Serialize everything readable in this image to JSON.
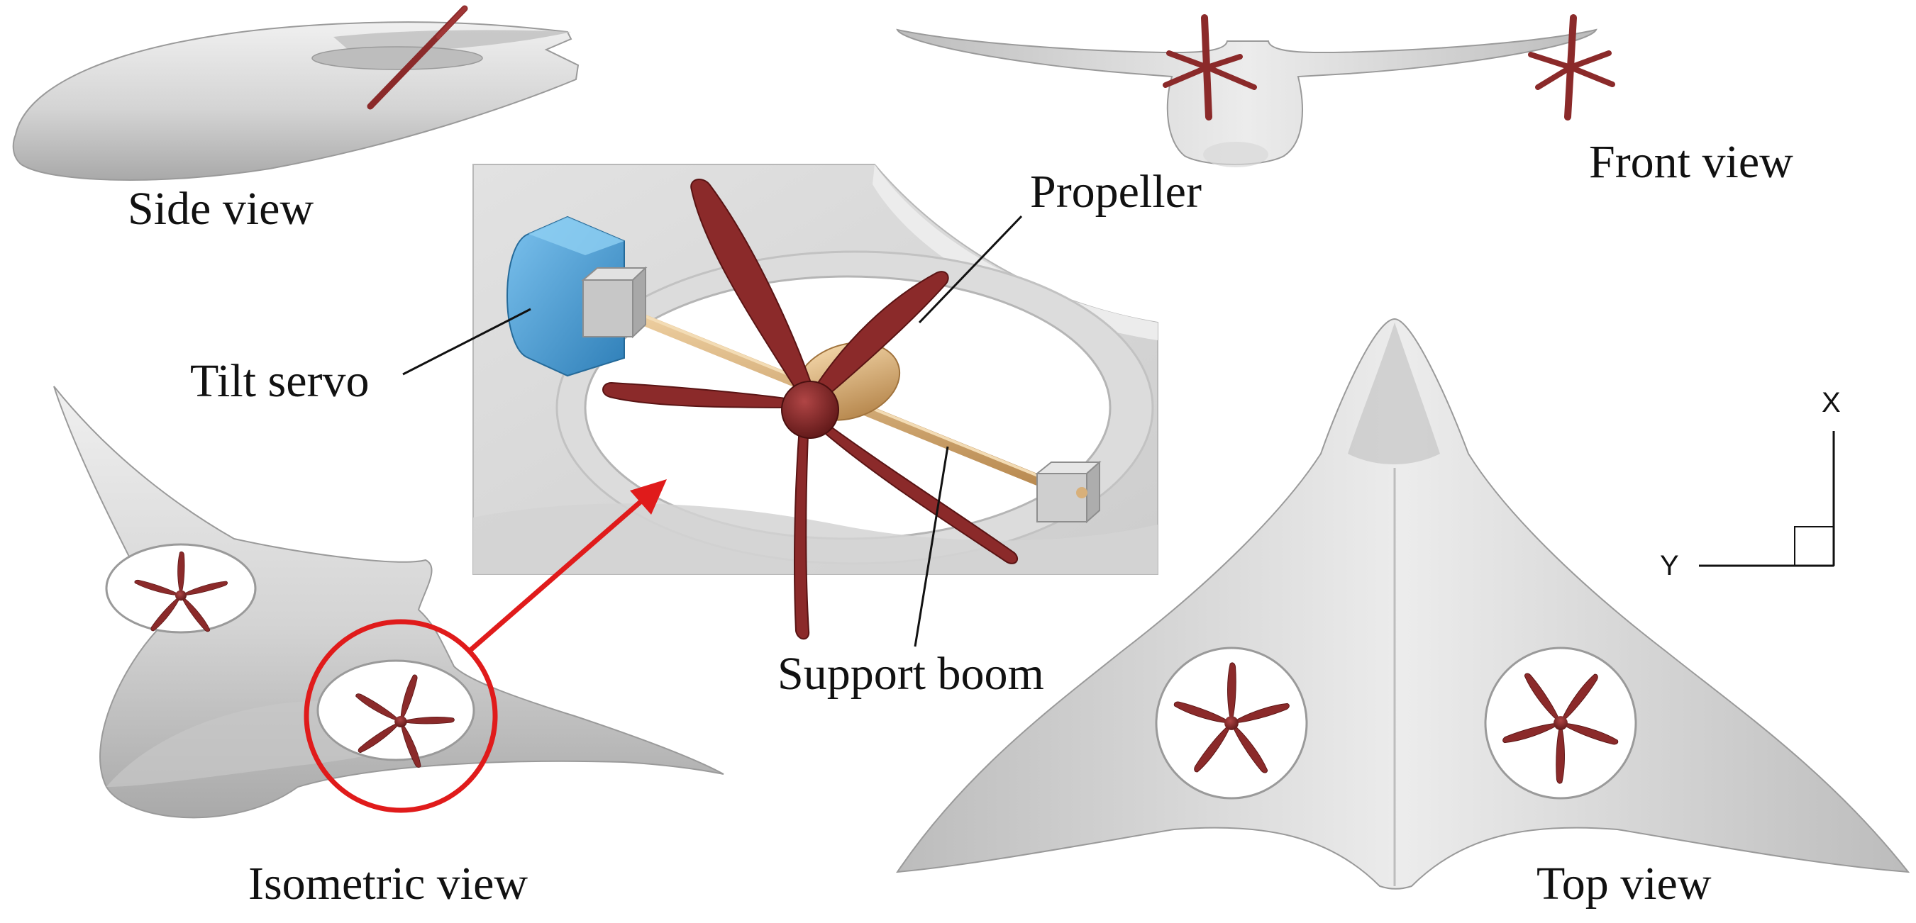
{
  "labels": {
    "side_view": "Side view",
    "front_view": "Front view",
    "isometric_view": "Isometric view",
    "top_view": "Top view",
    "propeller": "Propeller",
    "tilt_servo": "Tilt servo",
    "support_boom": "Support boom"
  },
  "axes": {
    "x": "X",
    "y": "Y"
  },
  "colors": {
    "body": "#d6d6d6",
    "propeller": "#8b2a2a",
    "servo": "#4aa0d8",
    "boom": "#d8b07a",
    "highlight": "#e01b1b"
  }
}
